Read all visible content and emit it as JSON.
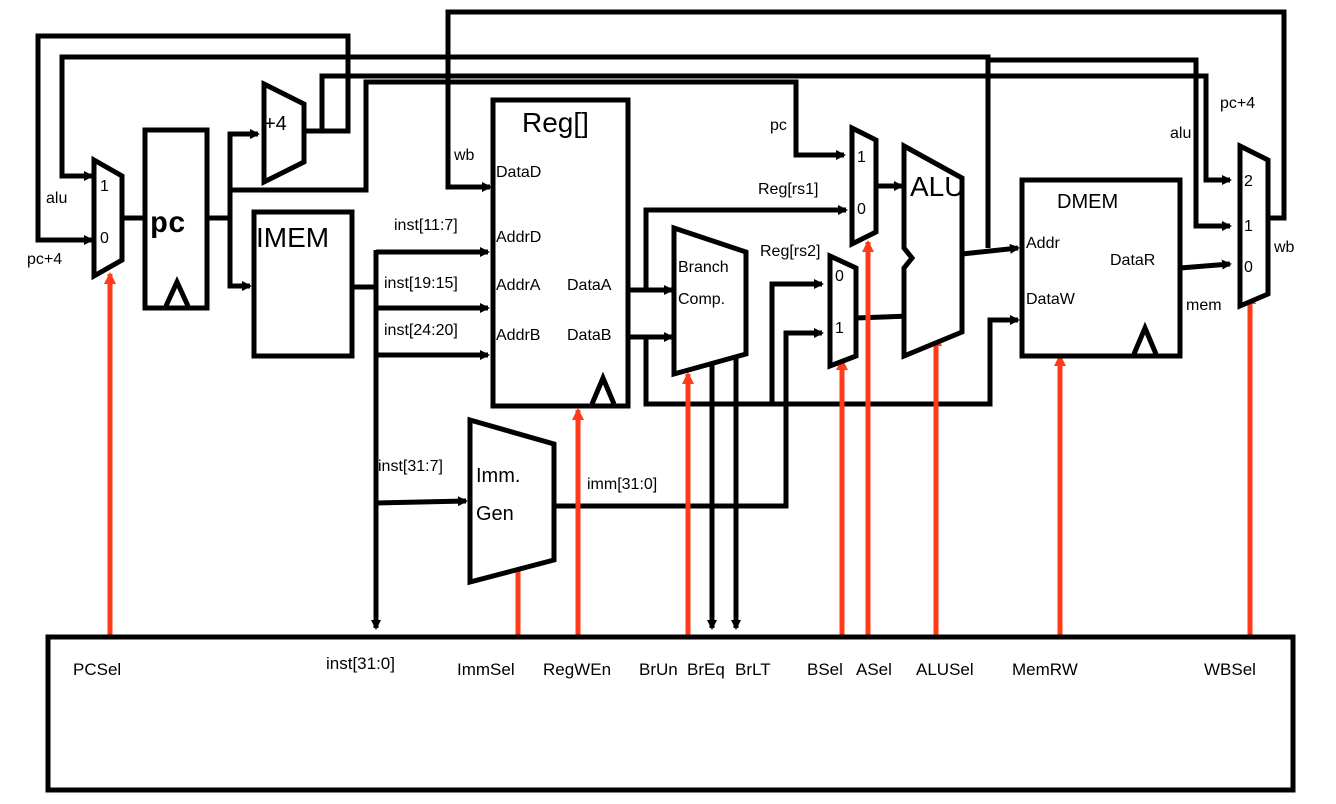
{
  "blocks": {
    "pc": "pc",
    "plus4": "+4",
    "imem": "IMEM",
    "reg": "Reg[]",
    "branch_comp_line1": "Branch",
    "branch_comp_line2": "Comp.",
    "alu": "ALU",
    "dmem": "DMEM",
    "imm_gen_line1": "Imm.",
    "imm_gen_line2": "Gen"
  },
  "ports": {
    "reg_datad": "DataD",
    "reg_addrd": "AddrD",
    "reg_addra": "AddrA",
    "reg_addrb": "AddrB",
    "reg_dataa": "DataA",
    "reg_datab": "DataB",
    "dmem_addr": "Addr",
    "dmem_dataw": "DataW",
    "dmem_datar": "DataR"
  },
  "mux_inputs": {
    "pc_mux": [
      "1",
      "0"
    ],
    "a_mux": [
      "1",
      "0"
    ],
    "b_mux": [
      "0",
      "1"
    ],
    "wb_mux": [
      "2",
      "1",
      "0"
    ]
  },
  "signals": {
    "alu_left": "alu",
    "pc4_left": "pc+4",
    "wb_reg": "wb",
    "inst_11_7": "inst[11:7]",
    "inst_19_15": "inst[19:15]",
    "inst_24_20": "inst[24:20]",
    "inst_31_7": "inst[31:7]",
    "imm": "imm[31:0]",
    "pc_amux": "pc",
    "reg_rs1": "Reg[rs1]",
    "reg_rs2": "Reg[rs2]",
    "alu_right": "alu",
    "pc4_right": "pc+4",
    "wb_right": "wb",
    "mem": "mem"
  },
  "control": {
    "pcsel": "PCSel",
    "inst": "inst[31:0]",
    "immsel": "ImmSel",
    "regwen": "RegWEn",
    "brun": "BrUn",
    "breq": "BrEq",
    "brlt": "BrLT",
    "bsel": "BSel",
    "asel": "ASel",
    "alusel": "ALUSel",
    "memrw": "MemRW",
    "wbsel": "WBSel"
  },
  "colors": {
    "wire": "#000000",
    "control_signal": "#ff3b1a"
  }
}
